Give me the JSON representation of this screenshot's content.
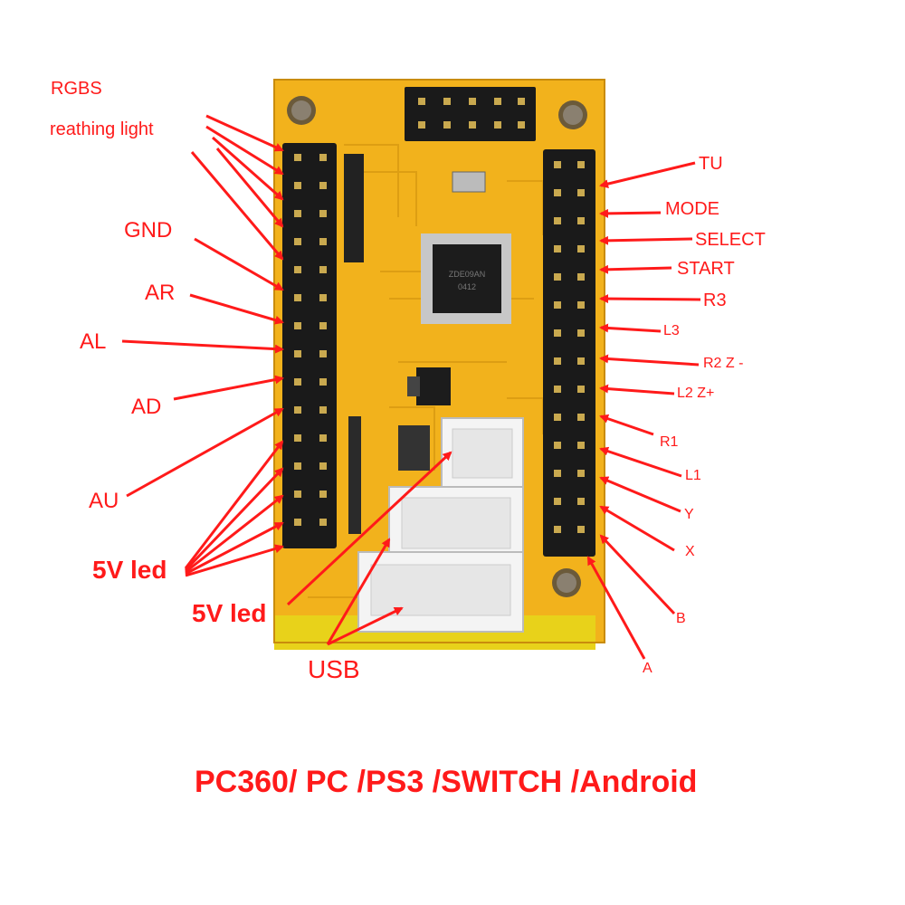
{
  "board": {
    "chip_text_1": "ZDE09AN",
    "chip_text_2": "0412"
  },
  "colors": {
    "accent": "#ff1a1a",
    "pcb": "#f2b21c",
    "pcb_dark": "#d99a12",
    "header": "#1a1a1a",
    "connector": "#f4f4f4"
  },
  "labels": {
    "left": {
      "rgbs": "RGBS",
      "breathing": "reathing light",
      "gnd": "GND",
      "ar": "AR",
      "al": "AL",
      "ad": "AD",
      "au": "AU",
      "led5v": "5V led"
    },
    "center": {
      "led5v": "5V led",
      "usb": "USB"
    },
    "right": {
      "tu": "TU",
      "mode": "MODE",
      "select": "SELECT",
      "start": "START",
      "r3": "R3",
      "l3": "L3",
      "r2": "R2 Z -",
      "l2": "L2 Z+",
      "r1": "R1",
      "l1": "L1",
      "y": "Y",
      "x": "X",
      "b": "B",
      "a": "A"
    }
  },
  "footer": "PC360/ PC /PS3 /SWITCH /Android"
}
